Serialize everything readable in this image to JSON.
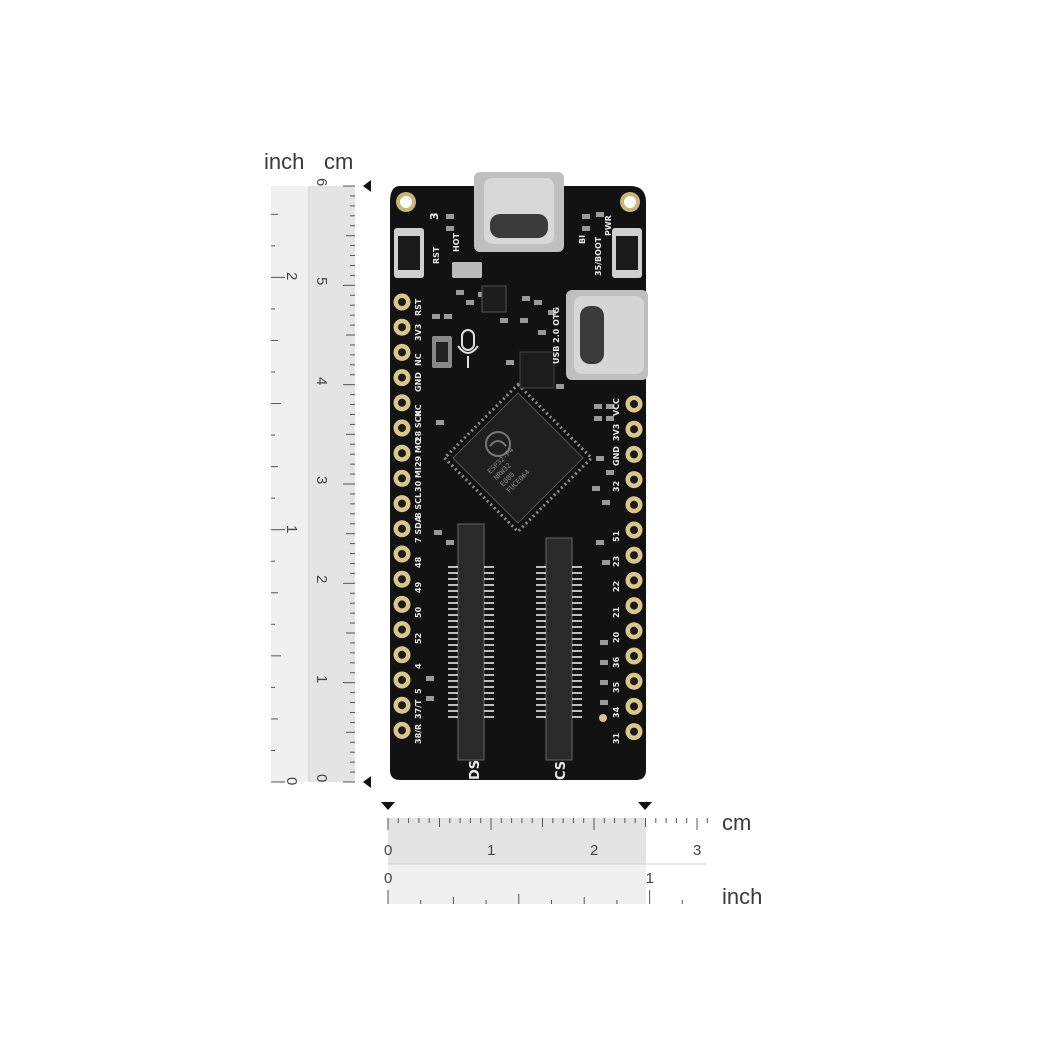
{
  "rulers": {
    "vertical": {
      "inch_label": "inch",
      "cm_label": "cm",
      "cm_ticks": [
        "0",
        "1",
        "2",
        "3",
        "4",
        "5",
        "6"
      ],
      "inch_ticks": [
        "0",
        "1",
        "2"
      ]
    },
    "horizontal": {
      "cm_label": "cm",
      "inch_label": "inch",
      "cm_ticks": [
        "0",
        "1",
        "2",
        "3"
      ],
      "inch_ticks": [
        "0",
        "1"
      ]
    }
  },
  "board": {
    "chip_text": [
      "ESP32-P4",
      "NRW32",
      "E000",
      "FUCE064"
    ],
    "silkscreen": {
      "rst": "RST",
      "boot": "35/BOOT",
      "pwr": "PWR",
      "hot": "HOT",
      "three": "3",
      "bi": "BI",
      "usb_otg": "USB 2.0 OTG",
      "ds": "DS",
      "cs": "CS"
    },
    "left_pins": [
      "RST",
      "3V3",
      "NC",
      "GND",
      "NC",
      "28 SCK",
      "29 MO",
      "30 MI",
      "8 SCL",
      "7 SDA",
      "48",
      "49",
      "50",
      "52",
      "4",
      "5",
      "37/T",
      "38/R"
    ],
    "right_pins": [
      "VCC",
      "3V3",
      "GND",
      "32",
      "",
      "51",
      "23",
      "22",
      "21",
      "20",
      "36",
      "35",
      "34",
      "31"
    ]
  },
  "colors": {
    "board": "#121212",
    "pad": "#d9c78a",
    "ruler_fill": "#e6e6e6",
    "ruler_light": "#f0f0f0",
    "tick": "#555555",
    "marker": "#111111"
  }
}
